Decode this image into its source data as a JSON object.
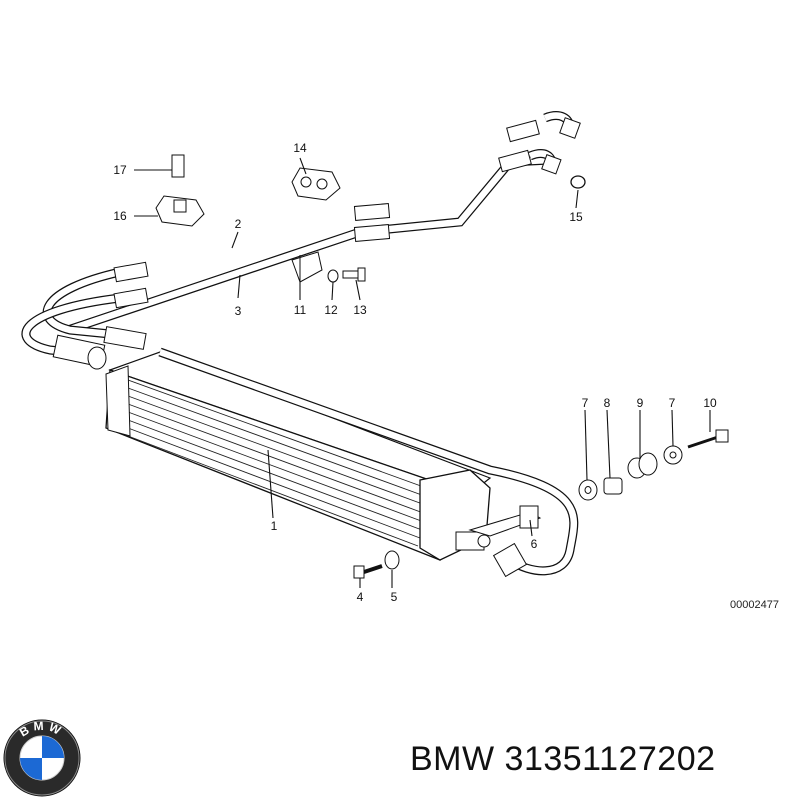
{
  "diagram": {
    "callouts": {
      "c1": "1",
      "c2": "2",
      "c3": "3",
      "c4": "4",
      "c5": "5",
      "c6": "6",
      "c7a": "7",
      "c7b": "7",
      "c8": "8",
      "c9": "9",
      "c10": "10",
      "c11": "11",
      "c12": "12",
      "c13": "13",
      "c14": "14",
      "c15": "15",
      "c16": "16",
      "c17": "17"
    },
    "reference_number": "00002477"
  },
  "footer": {
    "brand": "BMW",
    "part_number": "31351127202"
  },
  "logo": {
    "letters": "BMW",
    "colors": {
      "blue": "#1c69d4",
      "white": "#ffffff",
      "ring": "#1a1a1a"
    }
  }
}
